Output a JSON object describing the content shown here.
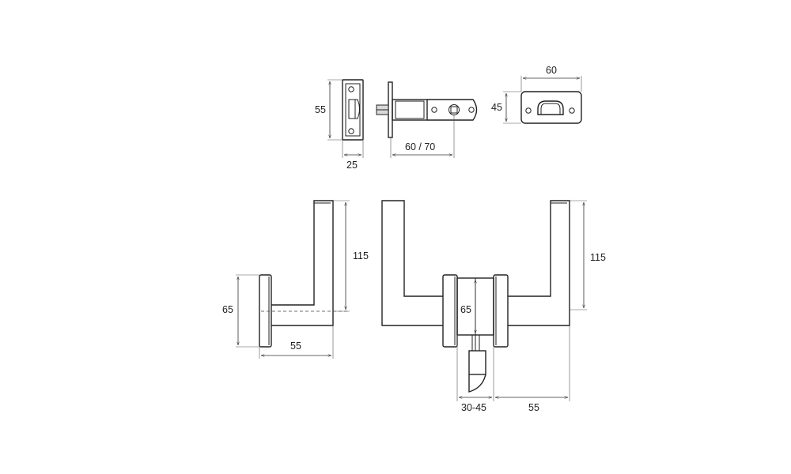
{
  "drawing": {
    "latch_face": {
      "height_label": "55",
      "width_label": "25"
    },
    "latch_body": {
      "backset_label": "60 / 70"
    },
    "strike_plate": {
      "width_label": "60",
      "height_label": "45"
    },
    "lever_side": {
      "height_label": "115",
      "rose_label": "65",
      "projection_label": "55"
    },
    "lever_front": {
      "height_label": "115",
      "rose_label": "65",
      "door_label": "30-45",
      "projection_label": "55"
    }
  },
  "colors": {
    "line": "#222222",
    "hatch": "#d9d9d9",
    "background": "#ffffff"
  }
}
